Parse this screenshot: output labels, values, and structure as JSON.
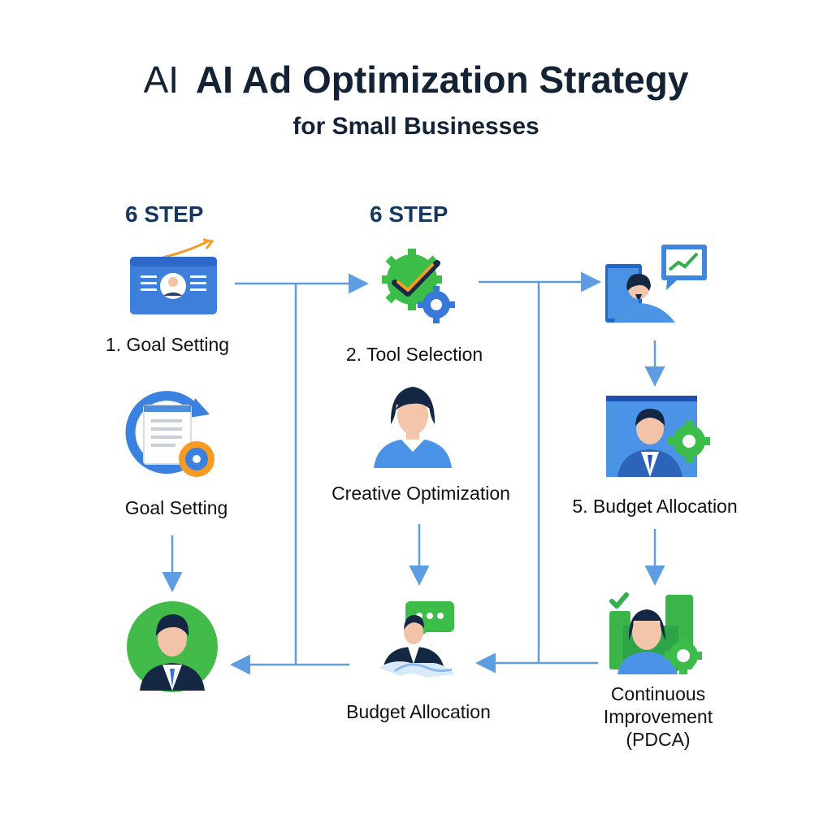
{
  "header": {
    "title_prefix": "AI",
    "title_main": "AI Ad Optimization Strategy",
    "subtitle": "for Small Businesses"
  },
  "steps": {
    "heading_left": "6 STEP",
    "heading_middle": "6 STEP"
  },
  "labels": {
    "goal_setting_1": "1. Goal Setting",
    "goal_setting_2": "Goal Setting",
    "tool_selection": "2. Tool Selection",
    "creative_optimization": "Creative Optimization",
    "budget_allocation_5": "5. Budget Allocation",
    "budget_allocation": "Budget Allocation",
    "continuous_line1": "Continuous",
    "continuous_line2": "Improvement",
    "continuous_line3": "(PDCA)"
  },
  "icons": {
    "goal_setting_1": "id-card-trend-icon",
    "tool_selection": "gear-check-icon",
    "monitor_analyst": "tablet-chart-person-icon",
    "goal_setting_2": "document-refresh-icon",
    "creative_optimization": "woman-profile-icon",
    "budget_allocation_5": "monitor-person-gear-icon",
    "leader": "businessman-circle-icon",
    "budget_allocation": "handshake-chat-icon",
    "continuous": "person-gear-growth-icon"
  },
  "colors": {
    "blue": "#2f6fd6",
    "light_blue": "#4c9be8",
    "green": "#34b548",
    "orange": "#f59a23",
    "navy": "#162a48",
    "arrow": "#5f9de2"
  }
}
